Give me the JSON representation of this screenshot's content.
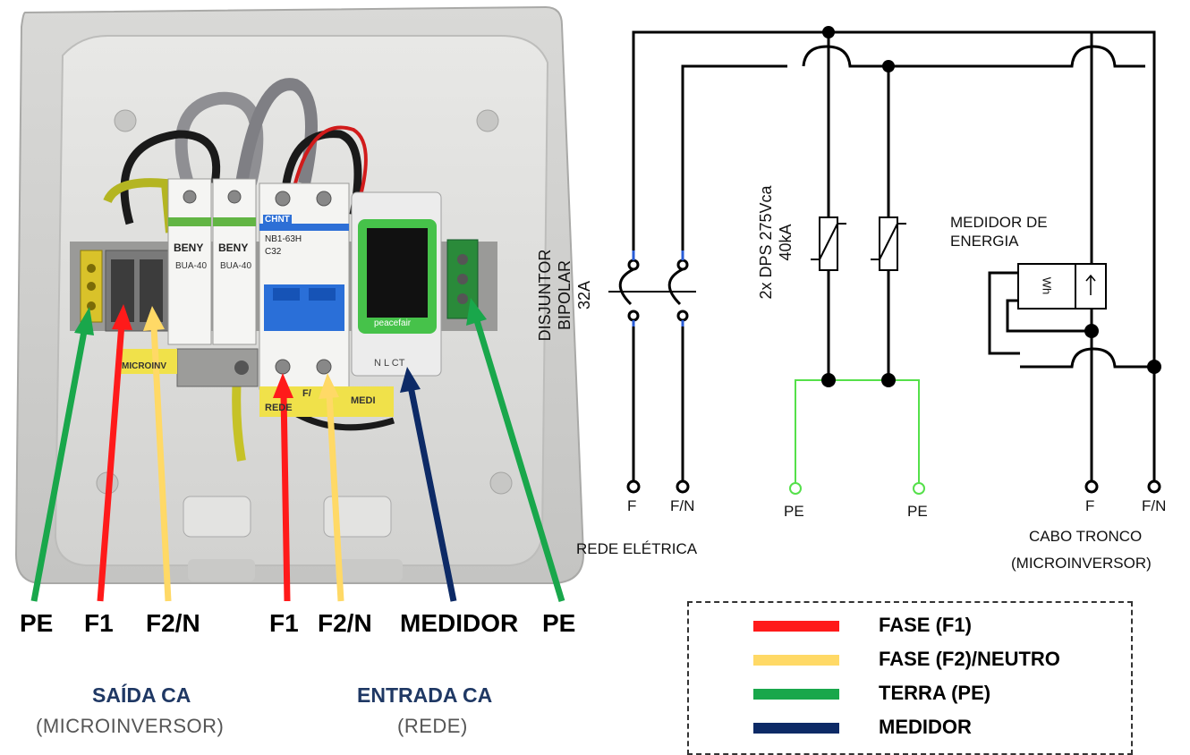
{
  "photo": {
    "callouts": {
      "pe_left": "PE",
      "f1_left": "F1",
      "f2n_left": "F2/N",
      "f1_right": "F1",
      "f2n_right": "F2/N",
      "medidor": "MEDIDOR",
      "pe_right": "PE"
    },
    "groups": {
      "output_title": "SAÍDA CA",
      "output_sub": "(MICROINVERSOR)",
      "input_title": "ENTRADA CA",
      "input_sub": "(REDE)"
    },
    "device_labels": {
      "spd_brand_1": "BENY",
      "spd_model_1": "BUA-40",
      "spd_brand_2": "BENY",
      "spd_model_2": "BUA-40",
      "breaker_brand": "CHNT",
      "breaker_model": "NB1-63H",
      "breaker_rating": "C32",
      "meter_brand": "peacefair",
      "sticker_left": "MICROINV",
      "sticker_right_top": "F/",
      "sticker_right_bottom": "REDE",
      "sticker_right_mid": "MEDI",
      "meter_terminals": "N L CT"
    }
  },
  "schematic": {
    "breaker_label": [
      "DISJUNTOR",
      "BIPOLAR",
      "32A"
    ],
    "spd_label": [
      "2x DPS 275Vca",
      "40kA"
    ],
    "meter_label": [
      "MEDIDOR DE",
      "ENERGIA"
    ],
    "meter_symbol": "Wh",
    "terminals": {
      "grid_f": "F",
      "grid_fn": "F/N",
      "pe_1": "PE",
      "pe_2": "PE",
      "trunk_f": "F",
      "trunk_fn": "F/N"
    },
    "grid_label": "REDE ELÉTRICA",
    "trunk_label": [
      "CABO TRONCO",
      "(MICROINVERSOR)"
    ]
  },
  "legend": {
    "items": [
      {
        "label": "FASE (F1)",
        "color": "#ff1a1a"
      },
      {
        "label": "FASE (F2)/NEUTRO",
        "color": "#ffd966"
      },
      {
        "label": "TERRA (PE)",
        "color": "#19a74b"
      },
      {
        "label": "MEDIDOR",
        "color": "#0d2a66"
      }
    ]
  },
  "colors": {
    "fase_f1": "#ff1a1a",
    "fase_f2_neutro": "#ffd966",
    "terra_pe": "#19a74b",
    "medidor": "#0d2a66",
    "schematic_ground": "#55e04a",
    "group_title": "#1f3864"
  }
}
